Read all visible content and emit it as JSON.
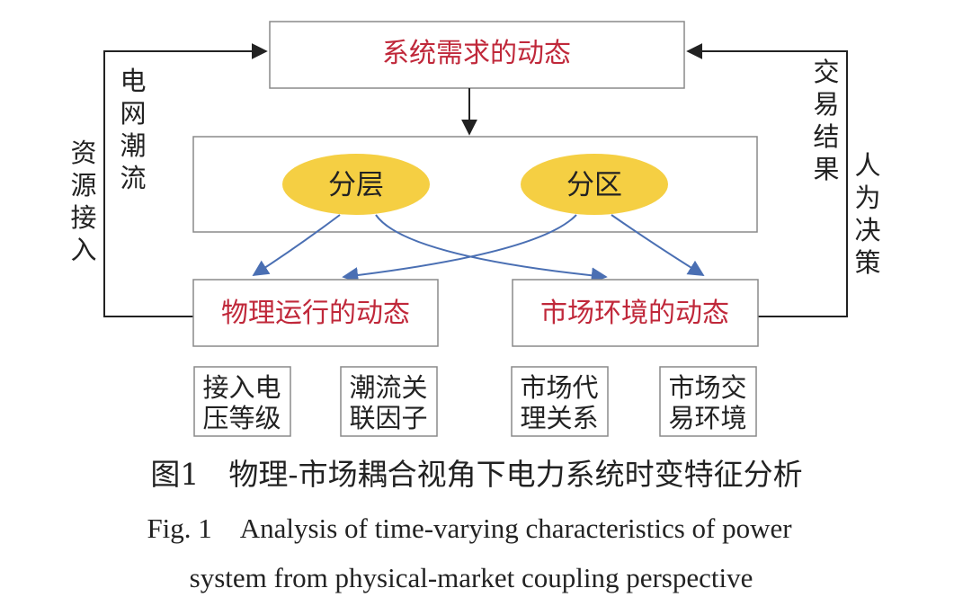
{
  "diagram": {
    "top_box": "系统需求的动态",
    "ellipses": [
      "分层",
      "分区"
    ],
    "bottom_left_box": "物理运行的动态",
    "bottom_right_box": "市场环境的动态",
    "left_outer_label": "资源接入",
    "left_inner_label": "电网潮流",
    "right_inner_label": "交易结果",
    "right_outer_label": "人为决策",
    "factors": [
      [
        "接入电",
        "压等级"
      ],
      [
        "潮流关",
        "联因子"
      ],
      [
        "市场代",
        "理关系"
      ],
      [
        "市场交",
        "易环境"
      ]
    ],
    "colors": {
      "box_text": "#c0283a",
      "ellipse_fill": "#f5cf43",
      "arrow_blue": "#4a6fb3",
      "connector_black": "#222222"
    }
  },
  "caption": {
    "zh": "图1　物理-市场耦合视角下电力系统时变特征分析",
    "en_line1": "Fig. 1　Analysis of time-varying characteristics of power",
    "en_line2": "system from physical-market coupling perspective"
  }
}
